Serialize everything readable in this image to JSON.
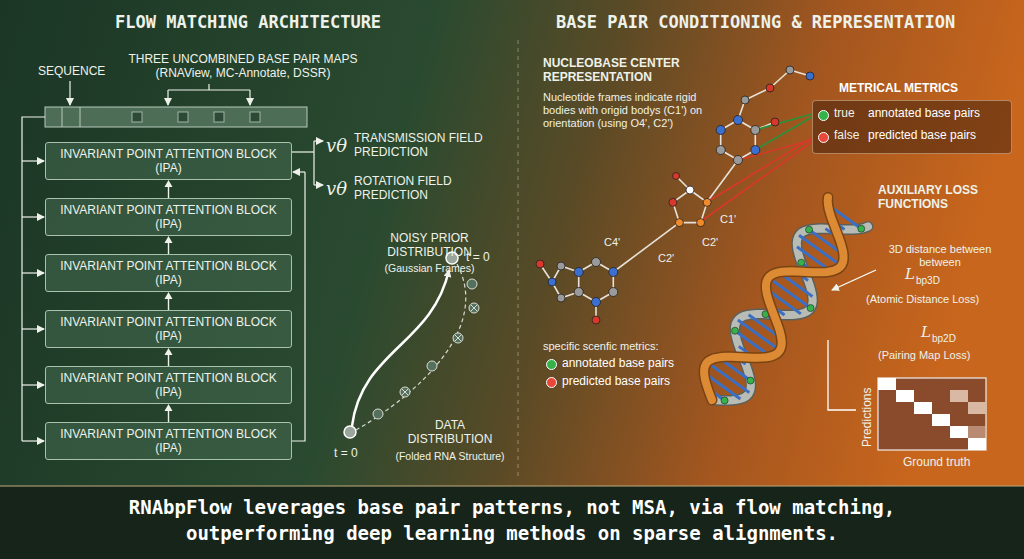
{
  "diagram": {
    "caption": "RNAbpFlow leverages base pair patterns, not MSA, via flow matching, outperforming deep learning methods on sparse alignments.",
    "nodes": [
      {
        "text": [
          "INVARIANT POINT ATTENTION BLOCK (IPA)"
        ]
      },
      {
        "text": [
          "INVARIANT POINT ATTENTION BLOCK (IPA)"
        ]
      },
      {
        "text": [
          "INVARIANT POINT ATTENTION BLOCK (IPA)"
        ]
      },
      {
        "text": [
          "INVARIANT POINT ATTENTION BLOCK (IPA)"
        ]
      },
      {
        "text": [
          "INVARIANT POINT ATTENTION BLOCK (IPA)"
        ]
      },
      {
        "text": [
          "INVARIANT POINT ATTENTION BLOCK (IPA)"
        ]
      },
      {
        "text": [
          "METRICAL METRICS"
        ]
      }
    ],
    "edges": [
      {
        "from": 1,
        "to": 0,
        "arrow": "to"
      },
      {
        "from": 2,
        "to": 1,
        "arrow": "to"
      },
      {
        "from": 3,
        "to": 2,
        "arrow": "to"
      },
      {
        "from": 4,
        "to": 3,
        "arrow": "to"
      },
      {
        "from": 5,
        "to": 4,
        "arrow": "to"
      }
    ],
    "labels": [
      "FLOW MATCHING ARCHITECTURE",
      "BASE PAIR CONDITIONING & REPRESENTATION",
      "SEQUENCE",
      "THREE UNCOMBINED BASE PAIR MAPS (RNAView, MC-Annotate, DSSR)",
      "vθ",
      "TRANSMISSION FIELD PREDICTION",
      "vθ",
      "ROTATION FIELD PREDICTION",
      "NOISY PRIOR DISTRIBUTION",
      "(Gaussian Frames)",
      "t = 0",
      "DATA DISTRIBUTION",
      "(Folded RNA Structure)",
      "t = 0",
      "NUCLEOBASE CENTER REPRESENTATION",
      "Nucleotide frames indicate rigid bodies with origid bodys (C1') on orientation (using O4', C2')",
      "C4'",
      "C2'",
      "C1'",
      "C2'",
      "true",
      "false",
      "AUXILIARY LOSS FUNCTIONS",
      "3D distance between between",
      "L",
      "bp3D",
      "(Atomic Distance Loss)",
      "L",
      "bp2D",
      "(Pairing Map Loss)",
      "specific scenfic metrics:",
      "Predictions",
      "Ground truth"
    ],
    "legend": [
      {
        "text": "annotated base pairs",
        "color": "#35b24a"
      },
      {
        "text": "predicted base pairs",
        "color": "#e8473a"
      },
      {
        "text": "annotated base pairs",
        "color": "#35b24a"
      },
      {
        "text": "predicted base pairs",
        "color": "#e8473a"
      }
    ]
  }
}
